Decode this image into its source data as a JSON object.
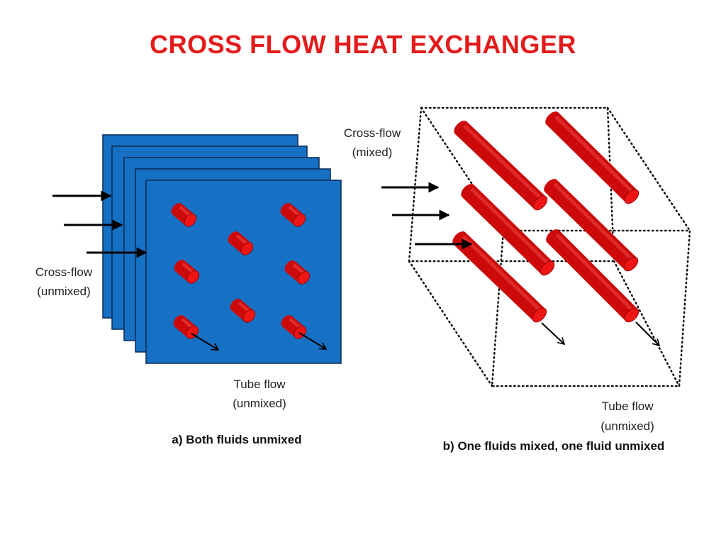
{
  "title": "CROSS FLOW HEAT EXCHANGER",
  "colors": {
    "title": "#e31b1b",
    "plate": "#1670c4",
    "plate_border": "#0b2a55",
    "tube": "#cc0a0a",
    "tube_highlight": "#ff5a5a",
    "tube_end": "#ee1515",
    "arrow": "#000000",
    "box_edge": "#111111"
  },
  "panel_a": {
    "cross_flow_label": [
      "Cross-flow",
      "(unmixed)"
    ],
    "tube_flow_label": [
      "Tube flow",
      "(unmixed)"
    ],
    "caption": "a) Both fluids unmixed"
  },
  "panel_b": {
    "cross_flow_label": [
      "Cross-flow",
      "(mixed)"
    ],
    "tube_flow_label": [
      "Tube flow",
      "(unmixed)"
    ],
    "caption": "b) One fluids mixed, one fluid unmixed"
  }
}
